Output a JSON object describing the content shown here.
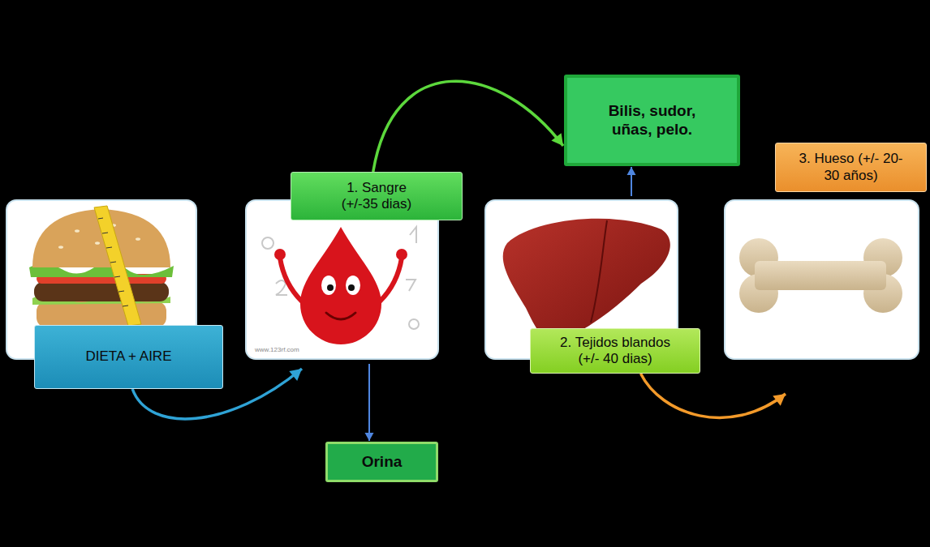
{
  "diagram": {
    "nodes": [
      {
        "text": [
          "DIETA + AIRE"
        ]
      },
      {
        "text": [
          "1. Sangre (+/-35 dias)"
        ]
      },
      {
        "text": [
          "Orina"
        ]
      },
      {
        "text": [
          "Bilis, sudor, uñas, pelo."
        ]
      },
      {
        "text": [
          "2. Tejidos blandos (+/- 40 dias)"
        ]
      },
      {
        "text": [
          "3. Hueso (+/- 20-30 años)"
        ]
      }
    ],
    "edges": [
      {
        "from": 0,
        "to": 1,
        "arrow": "to"
      },
      {
        "from": 1,
        "to": 3,
        "arrow": "to"
      },
      {
        "from": 1,
        "to": 2,
        "arrow": "to"
      },
      {
        "from": 4,
        "to": 3,
        "arrow": "to"
      },
      {
        "from": 4,
        "to": 5,
        "arrow": "to"
      }
    ],
    "labels": [
      "www.123rf.com"
    ]
  }
}
